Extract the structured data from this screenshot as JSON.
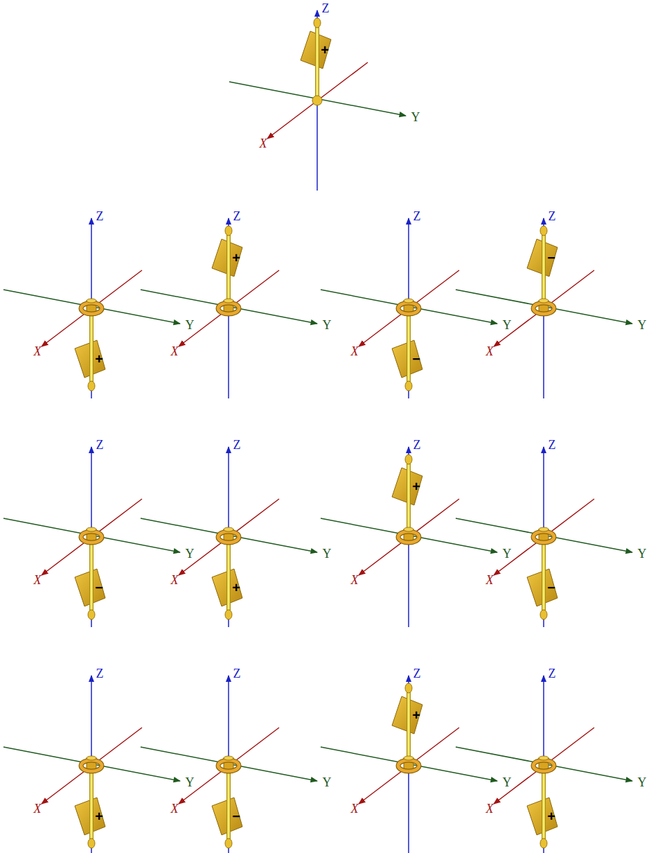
{
  "diagram": {
    "labels": [
      "Z",
      "Y",
      "X",
      "+",
      "Z",
      "Y",
      "X",
      "+",
      "Z",
      "Y",
      "X",
      "+",
      "Z",
      "Y",
      "X",
      "−",
      "Z",
      "Y",
      "X",
      "−",
      "Z",
      "Y",
      "X",
      "−",
      "Z",
      "Y",
      "X",
      "+",
      "Z",
      "Y",
      "X",
      "+",
      "Z",
      "Y",
      "X",
      "−",
      "Z",
      "Y",
      "X",
      "+",
      "Z",
      "Y",
      "X",
      "−",
      "Z",
      "Y",
      "X",
      "+",
      "Z",
      "Y",
      "X",
      "+"
    ]
  }
}
